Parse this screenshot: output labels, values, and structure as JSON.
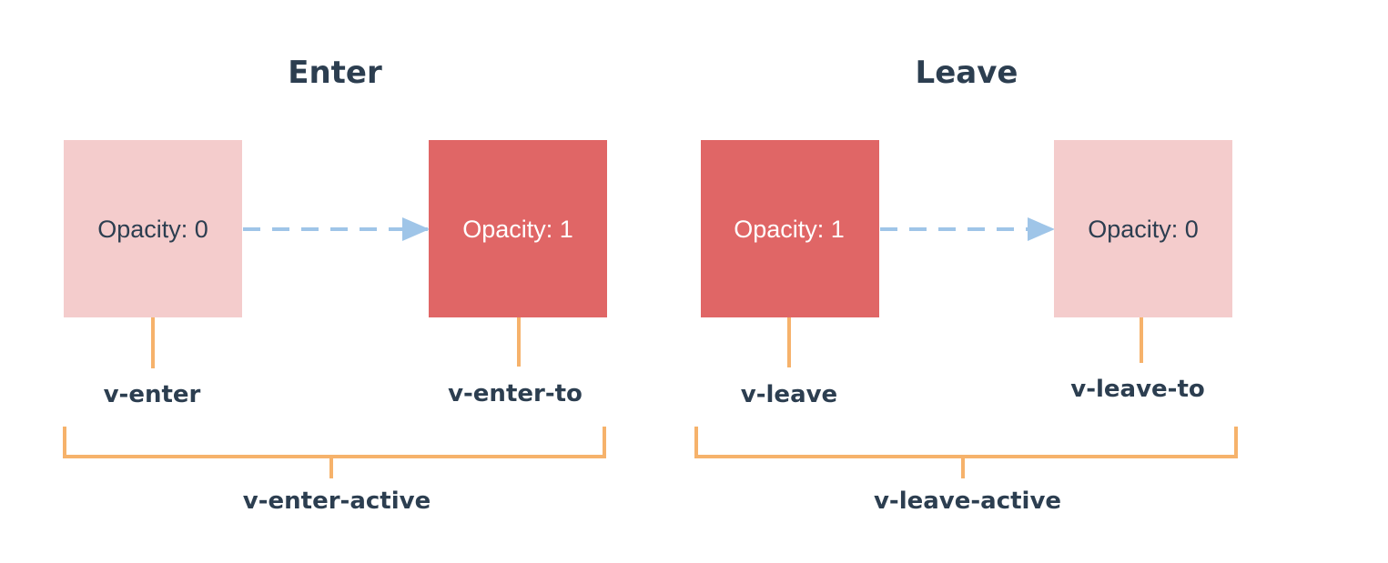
{
  "colors": {
    "text": "#2c3e50",
    "box_light": "#f4cccc",
    "box_dark": "#e06666",
    "box_light_text": "#2c3e50",
    "box_dark_text": "#ffffff",
    "arrow": "#9fc5e8",
    "connector": "#f6b26b"
  },
  "enter": {
    "title": "Enter",
    "from_box": {
      "text": "Opacity: 0",
      "style": "light"
    },
    "to_box": {
      "text": "Opacity: 1",
      "style": "dark"
    },
    "from_label": "v-enter",
    "to_label": "v-enter-to",
    "active_label": "v-enter-active"
  },
  "leave": {
    "title": "Leave",
    "from_box": {
      "text": "Opacity: 1",
      "style": "dark"
    },
    "to_box": {
      "text": "Opacity: 0",
      "style": "light"
    },
    "from_label": "v-leave",
    "to_label": "v-leave-to",
    "active_label": "v-leave-active"
  }
}
